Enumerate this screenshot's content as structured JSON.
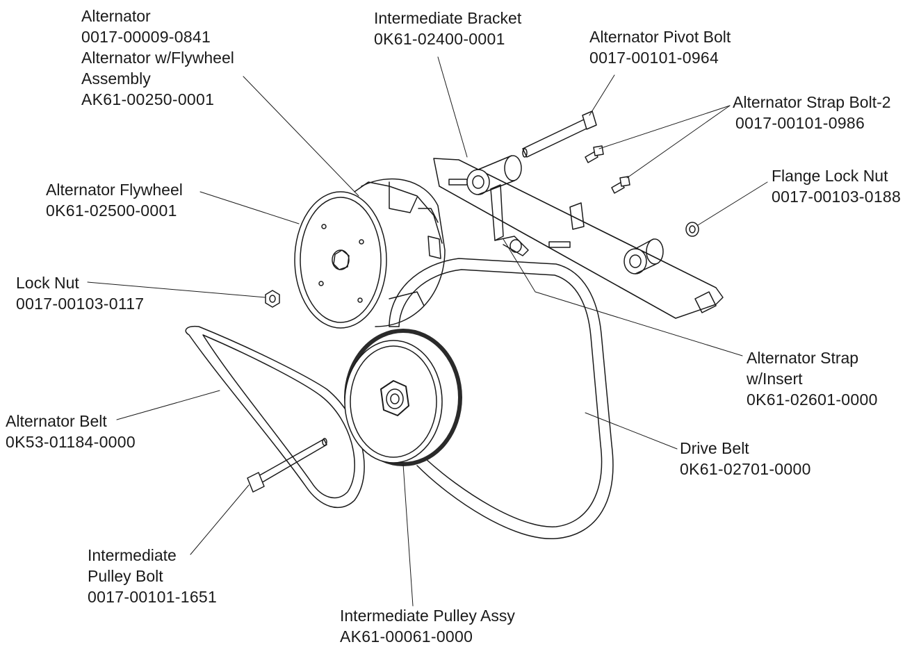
{
  "colors": {
    "ink": "#1a1a1a",
    "paper": "#ffffff",
    "belt_dark": "#2a2a2a"
  },
  "callouts": {
    "alternator": {
      "line1": "Alternator",
      "line2": "0017-00009-0841",
      "line3": "Alternator w/Flywheel",
      "line4": "Assembly",
      "line5": "AK61-00250-0001"
    },
    "intermediate_bracket": {
      "name": "Intermediate Bracket",
      "part": "0K61-02400-0001"
    },
    "alternator_pivot_bolt": {
      "name": "Alternator Pivot Bolt",
      "part": "0017-00101-0964"
    },
    "alternator_strap_bolt": {
      "name": "Alternator Strap Bolt-2",
      "part": "0017-00101-0986"
    },
    "flange_lock_nut": {
      "name": "Flange Lock Nut",
      "part": "0017-00103-0188"
    },
    "alternator_flywheel": {
      "name": "Alternator Flywheel",
      "part": "0K61-02500-0001"
    },
    "lock_nut": {
      "name": "Lock Nut",
      "part": "0017-00103-0117"
    },
    "alternator_strap": {
      "line1": "Alternator Strap",
      "line2": "w/Insert",
      "part": "0K61-02601-0000"
    },
    "alternator_belt": {
      "name": "Alternator Belt",
      "part": "0K53-01184-0000"
    },
    "drive_belt": {
      "name": "Drive Belt",
      "part": "0K61-02701-0000"
    },
    "intermediate_pulley_bolt": {
      "line1": "Intermediate",
      "line2": "Pulley Bolt",
      "part": "0017-00101-1651"
    },
    "intermediate_pulley_assy": {
      "name": "Intermediate Pulley Assy",
      "part": "AK61-00061-0000"
    }
  }
}
